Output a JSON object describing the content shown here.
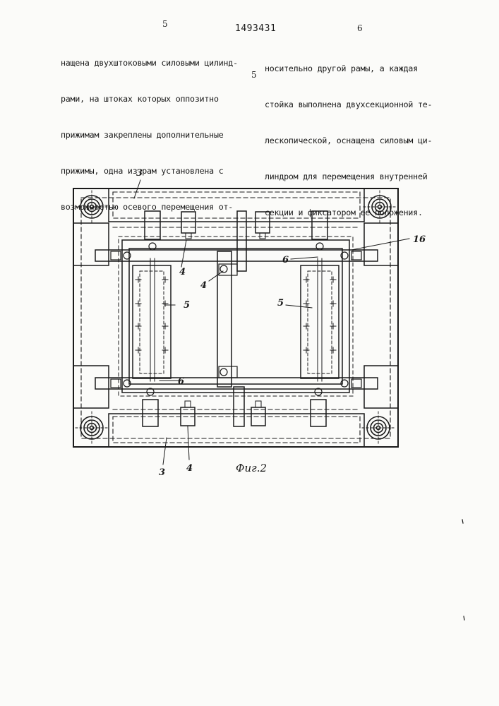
{
  "header": {
    "left_column_number": "5",
    "patent_number": "1493431",
    "right_column_number": "6"
  },
  "text": {
    "left_column": [
      "нащена двухштоковыми силовыми цилинд-",
      "рами, на штоках которых оппозитно",
      "прижимам закреплены дополнительные",
      "прижимы, одна из рам установлена с",
      "возможностью осевого перемещения от-"
    ],
    "right_column": [
      "носительно другой рамы, а каждая",
      "стойка выполнена двухсекционной те-",
      "лескопической, оснащена силовым ци-",
      "линдром для перемещения внутренней",
      "секции и фиксатором ее положения."
    ],
    "line_number_marker": "5"
  },
  "figure": {
    "caption": "Фиг.2",
    "labels": {
      "top_frame": "3",
      "bottom_frame": "3",
      "clamp_top_left": "4",
      "clamp_center": "4",
      "clamp_bottom": "4",
      "fixture_left": "5",
      "fixture_right": "5",
      "rod_top_right": "6",
      "rod_bottom_left": "6",
      "bracket_right": "16"
    }
  }
}
